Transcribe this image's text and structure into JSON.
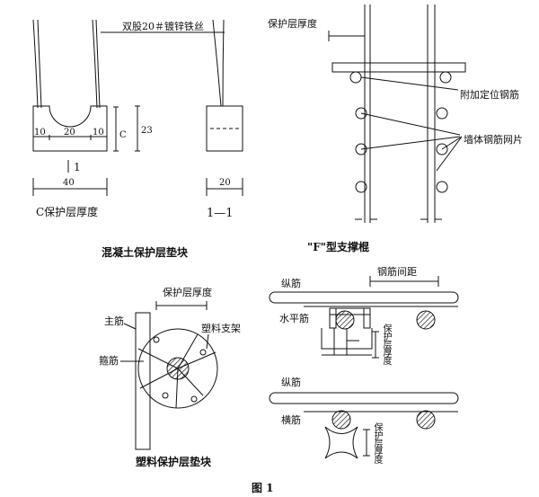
{
  "texts": {
    "double_wire": "双股20＃镀锌铁丝",
    "dim_10a": "10",
    "dim_20a": "20",
    "dim_10b": "10",
    "dim_c": "C",
    "dim_23": "23",
    "dim_40": "40",
    "dim_20b": "20",
    "mark_1": "1",
    "c_cover": "C保护层厚度",
    "section_11": "1—1",
    "concrete_block": "混凝土保护层垫块",
    "cover_thickness_tr": "保护层厚度",
    "extra_bar": "附加定位钢筋",
    "wall_mesh": "墙体钢筋网片",
    "f_support": "\"F\"型支撑棍",
    "cover_thickness_bl": "保护层厚度",
    "main_bar": "主筋",
    "stirrup": "箍筋",
    "plastic_bracket": "塑料支架",
    "plastic_block": "塑料保护层垫块",
    "long_bar_1": "纵筋",
    "bar_spacing": "钢筋间距",
    "horizontal_bar": "水平筋",
    "cover_v1": "保护层厚度",
    "long_bar_2": "纵筋",
    "transverse_bar": "横筋",
    "cover_v2": "保护层厚度",
    "figure_caption": "图 1"
  }
}
